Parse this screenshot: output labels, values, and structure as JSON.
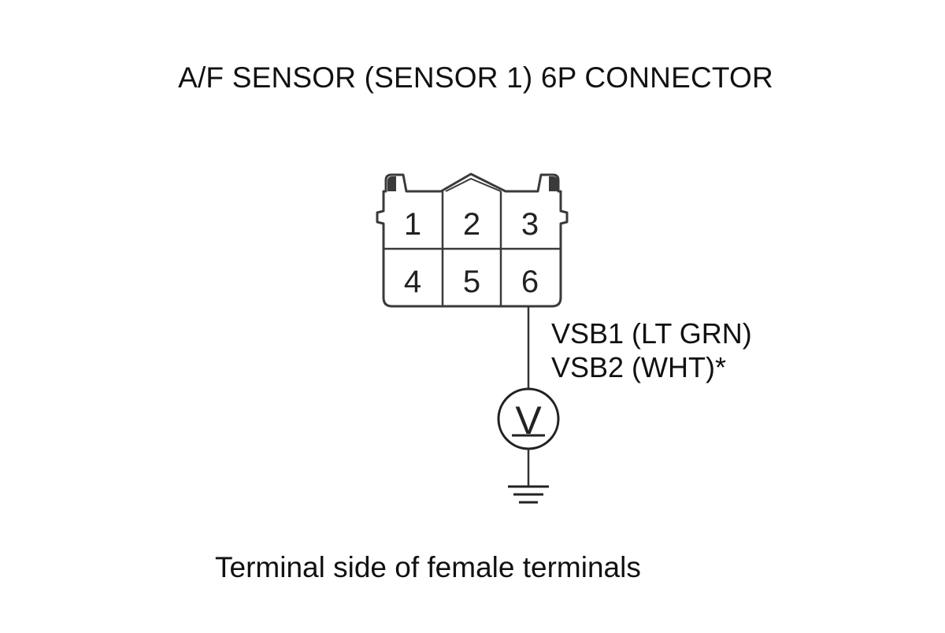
{
  "title": "A/F SENSOR (SENSOR 1) 6P CONNECTOR",
  "connector": {
    "terminals": [
      "1",
      "2",
      "3",
      "4",
      "5",
      "6"
    ]
  },
  "wire_labels": [
    "VSB1 (LT GRN)",
    "VSB2 (WHT)*"
  ],
  "meter_symbol": "V",
  "footer": "Terminal side of female terminals"
}
